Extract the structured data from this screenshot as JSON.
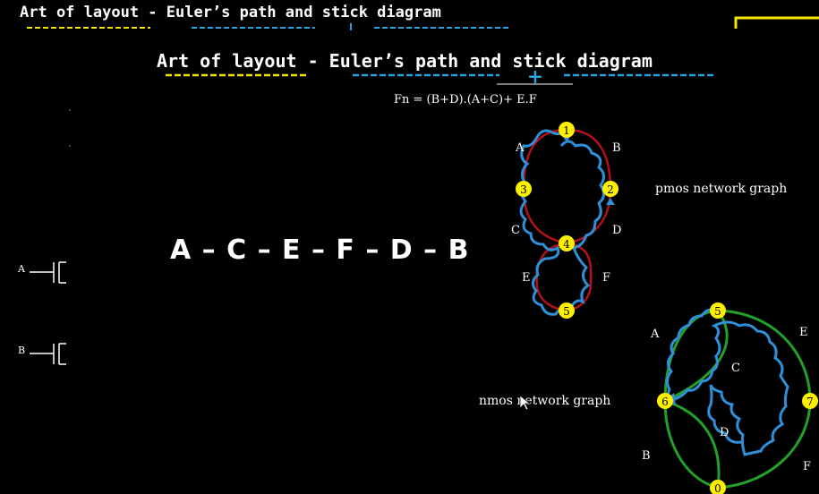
{
  "header": {
    "top_title": "Art of layout - Euler’s path and stick diagram",
    "main_title": "Art of layout - Euler’s path and stick diagram",
    "plus_symbol": "+",
    "function": "Fn = (B+D).(A+C)+ E.F"
  },
  "euler_path": "A – C – E – F – D – B",
  "transistors": [
    {
      "label": "A"
    },
    {
      "label": "B"
    }
  ],
  "pmos_graph": {
    "label": "pmos network graph",
    "nodes": [
      "1",
      "2",
      "3",
      "4",
      "5"
    ],
    "edges": [
      "A",
      "B",
      "C",
      "D",
      "E",
      "F"
    ]
  },
  "nmos_graph": {
    "label": "nmos network graph",
    "nodes": [
      "5",
      "6",
      "7",
      "0"
    ],
    "edges": [
      "A",
      "B",
      "C",
      "D",
      "E",
      "F"
    ]
  },
  "colors": {
    "background": "#000000",
    "underline_yellow": "#f2e600",
    "underline_blue": "#29a3e0",
    "node_yellow": "#ffef00",
    "path_blue": "#2f8fd8",
    "pmos_edge": "#b3121a",
    "nmos_edge": "#22a02a"
  }
}
